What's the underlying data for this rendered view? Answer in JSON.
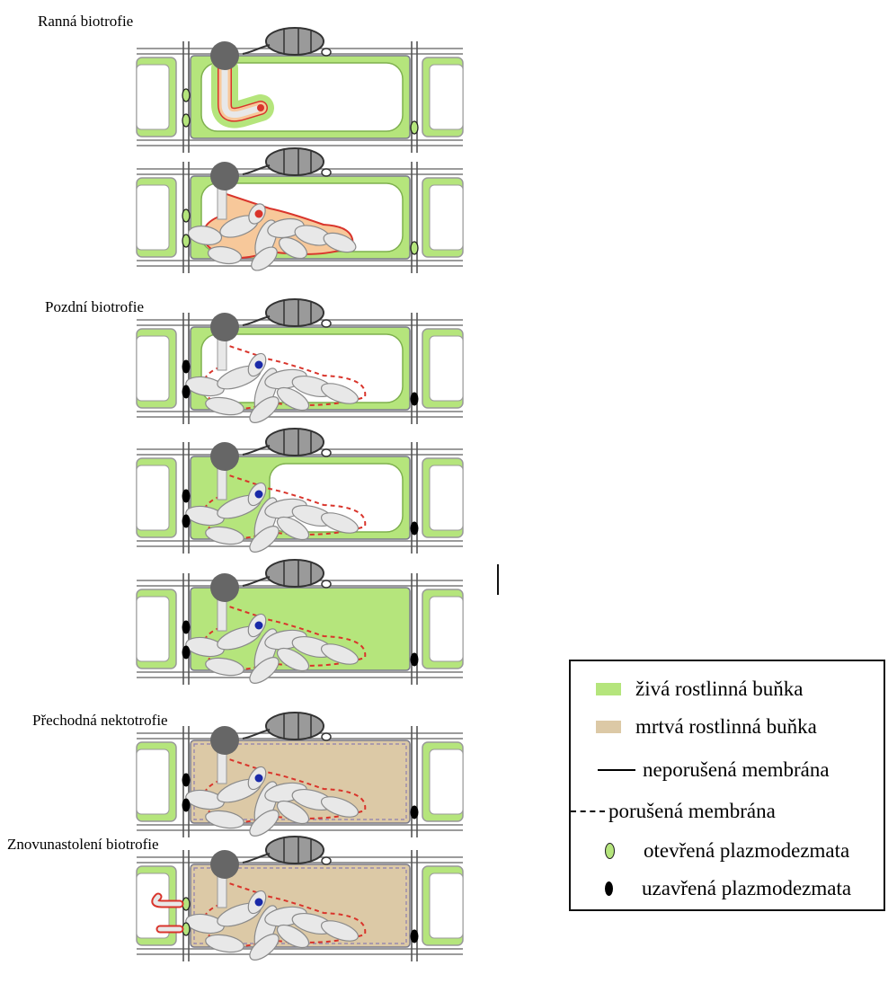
{
  "stages": {
    "early_biotrophy": "Ranná biotrofie",
    "late_biotrophy": "Pozdní biotrofie",
    "transitional_necrotrophy": "Přechodná nektotrofie",
    "reestablished_biotrophy": "Znovunastolení biotrofie"
  },
  "legend": {
    "live_cell": "živá rostlinná buňka",
    "dead_cell": "mrtvá rostlinná buňka",
    "intact_membrane": "neporušená membrána",
    "broken_membrane": "porušená membrána",
    "open_plasmodesmata": "otevřená plazmodezmata",
    "closed_plasmodesmata": "uzavřená plazmodezmata"
  },
  "colors": {
    "live_cell": "#b5e57c",
    "dead_cell": "#dcc9a6",
    "cell_wall": "#9a9a9a",
    "hypha": "#e8e8e8",
    "fungus_body": "#666666",
    "interface_orange": "#f7c89a",
    "interface_red": "#d9342b",
    "nucleus_blue": "#1a2aa8"
  }
}
